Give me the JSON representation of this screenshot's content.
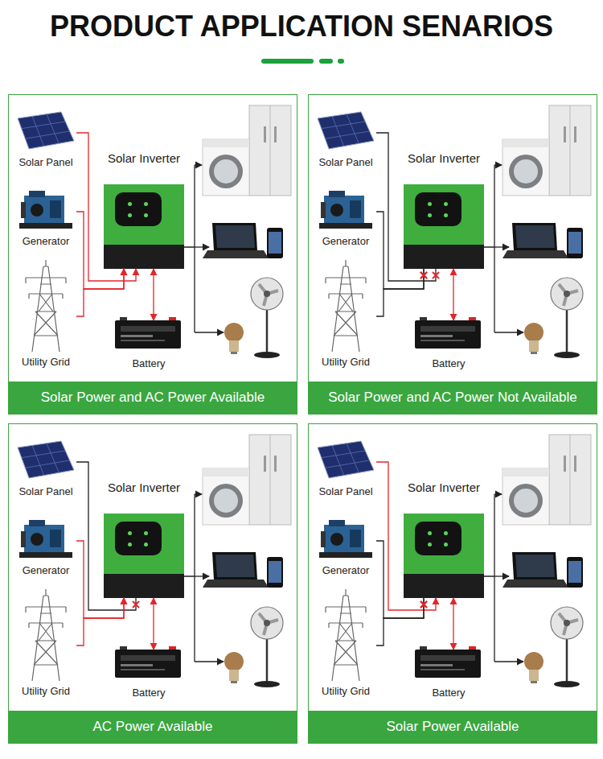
{
  "diagram": {
    "title": "PRODUCT APPLICATION SENARIOS",
    "nodes": [
      {
        "text": [
          "Solar Power and AC Power Available"
        ]
      },
      {
        "text": [
          "Solar Panel"
        ],
        "in": 0
      },
      {
        "text": [
          "Generator"
        ],
        "in": 0
      },
      {
        "text": [
          "Utility Grid"
        ],
        "in": 0
      },
      {
        "text": [
          "Solar Inverter"
        ],
        "in": 0
      },
      {
        "text": [
          "Battery"
        ],
        "in": 0
      },
      {
        "text": [
          "Solar Power and AC Power Not Available"
        ]
      },
      {
        "text": [
          "Solar Panel"
        ],
        "in": 6
      },
      {
        "text": [
          "Generator"
        ],
        "in": 6
      },
      {
        "text": [
          "Utility Grid"
        ],
        "in": 6
      },
      {
        "text": [
          "Solar Inverter"
        ],
        "in": 6
      },
      {
        "text": [
          "Battery"
        ],
        "in": 6
      },
      {
        "text": [
          "AC Power Available"
        ]
      },
      {
        "text": [
          "Solar Panel"
        ],
        "in": 12
      },
      {
        "text": [
          "Generator"
        ],
        "in": 12
      },
      {
        "text": [
          "Utility Grid"
        ],
        "in": 12
      },
      {
        "text": [
          "Solar Inverter"
        ],
        "in": 12
      },
      {
        "text": [
          "Battery"
        ],
        "in": 12
      },
      {
        "text": [
          "Solar Power Available"
        ]
      },
      {
        "text": [
          "Solar Panel"
        ],
        "in": 18
      },
      {
        "text": [
          "Generator"
        ],
        "in": 18
      },
      {
        "text": [
          "Utility Grid"
        ],
        "in": 18
      },
      {
        "text": [
          "Solar Inverter"
        ],
        "in": 18
      },
      {
        "text": [
          "Battery"
        ],
        "in": 18
      }
    ],
    "edges": [
      {
        "from": 1,
        "to": 4,
        "arrow": "to"
      },
      {
        "from": 2,
        "to": 4,
        "arrow": "to"
      },
      {
        "from": 3,
        "to": 4,
        "arrow": "to"
      },
      {
        "from": 4,
        "to": 5,
        "arrow": "both"
      },
      {
        "from": 7,
        "to": 10,
        "arrow": "none"
      },
      {
        "from": 8,
        "to": 10,
        "arrow": "none"
      },
      {
        "from": 9,
        "to": 10,
        "arrow": "none"
      },
      {
        "from": 10,
        "to": 11,
        "arrow": "both"
      },
      {
        "from": 13,
        "to": 16,
        "arrow": "none"
      },
      {
        "from": 14,
        "to": 16,
        "arrow": "to"
      },
      {
        "from": 15,
        "to": 16,
        "arrow": "to"
      },
      {
        "from": 16,
        "to": 17,
        "arrow": "both"
      },
      {
        "from": 19,
        "to": 22,
        "arrow": "to"
      },
      {
        "from": 20,
        "to": 22,
        "arrow": "none"
      },
      {
        "from": 21,
        "to": 22,
        "arrow": "none"
      },
      {
        "from": 22,
        "to": 23,
        "arrow": "both"
      }
    ]
  }
}
